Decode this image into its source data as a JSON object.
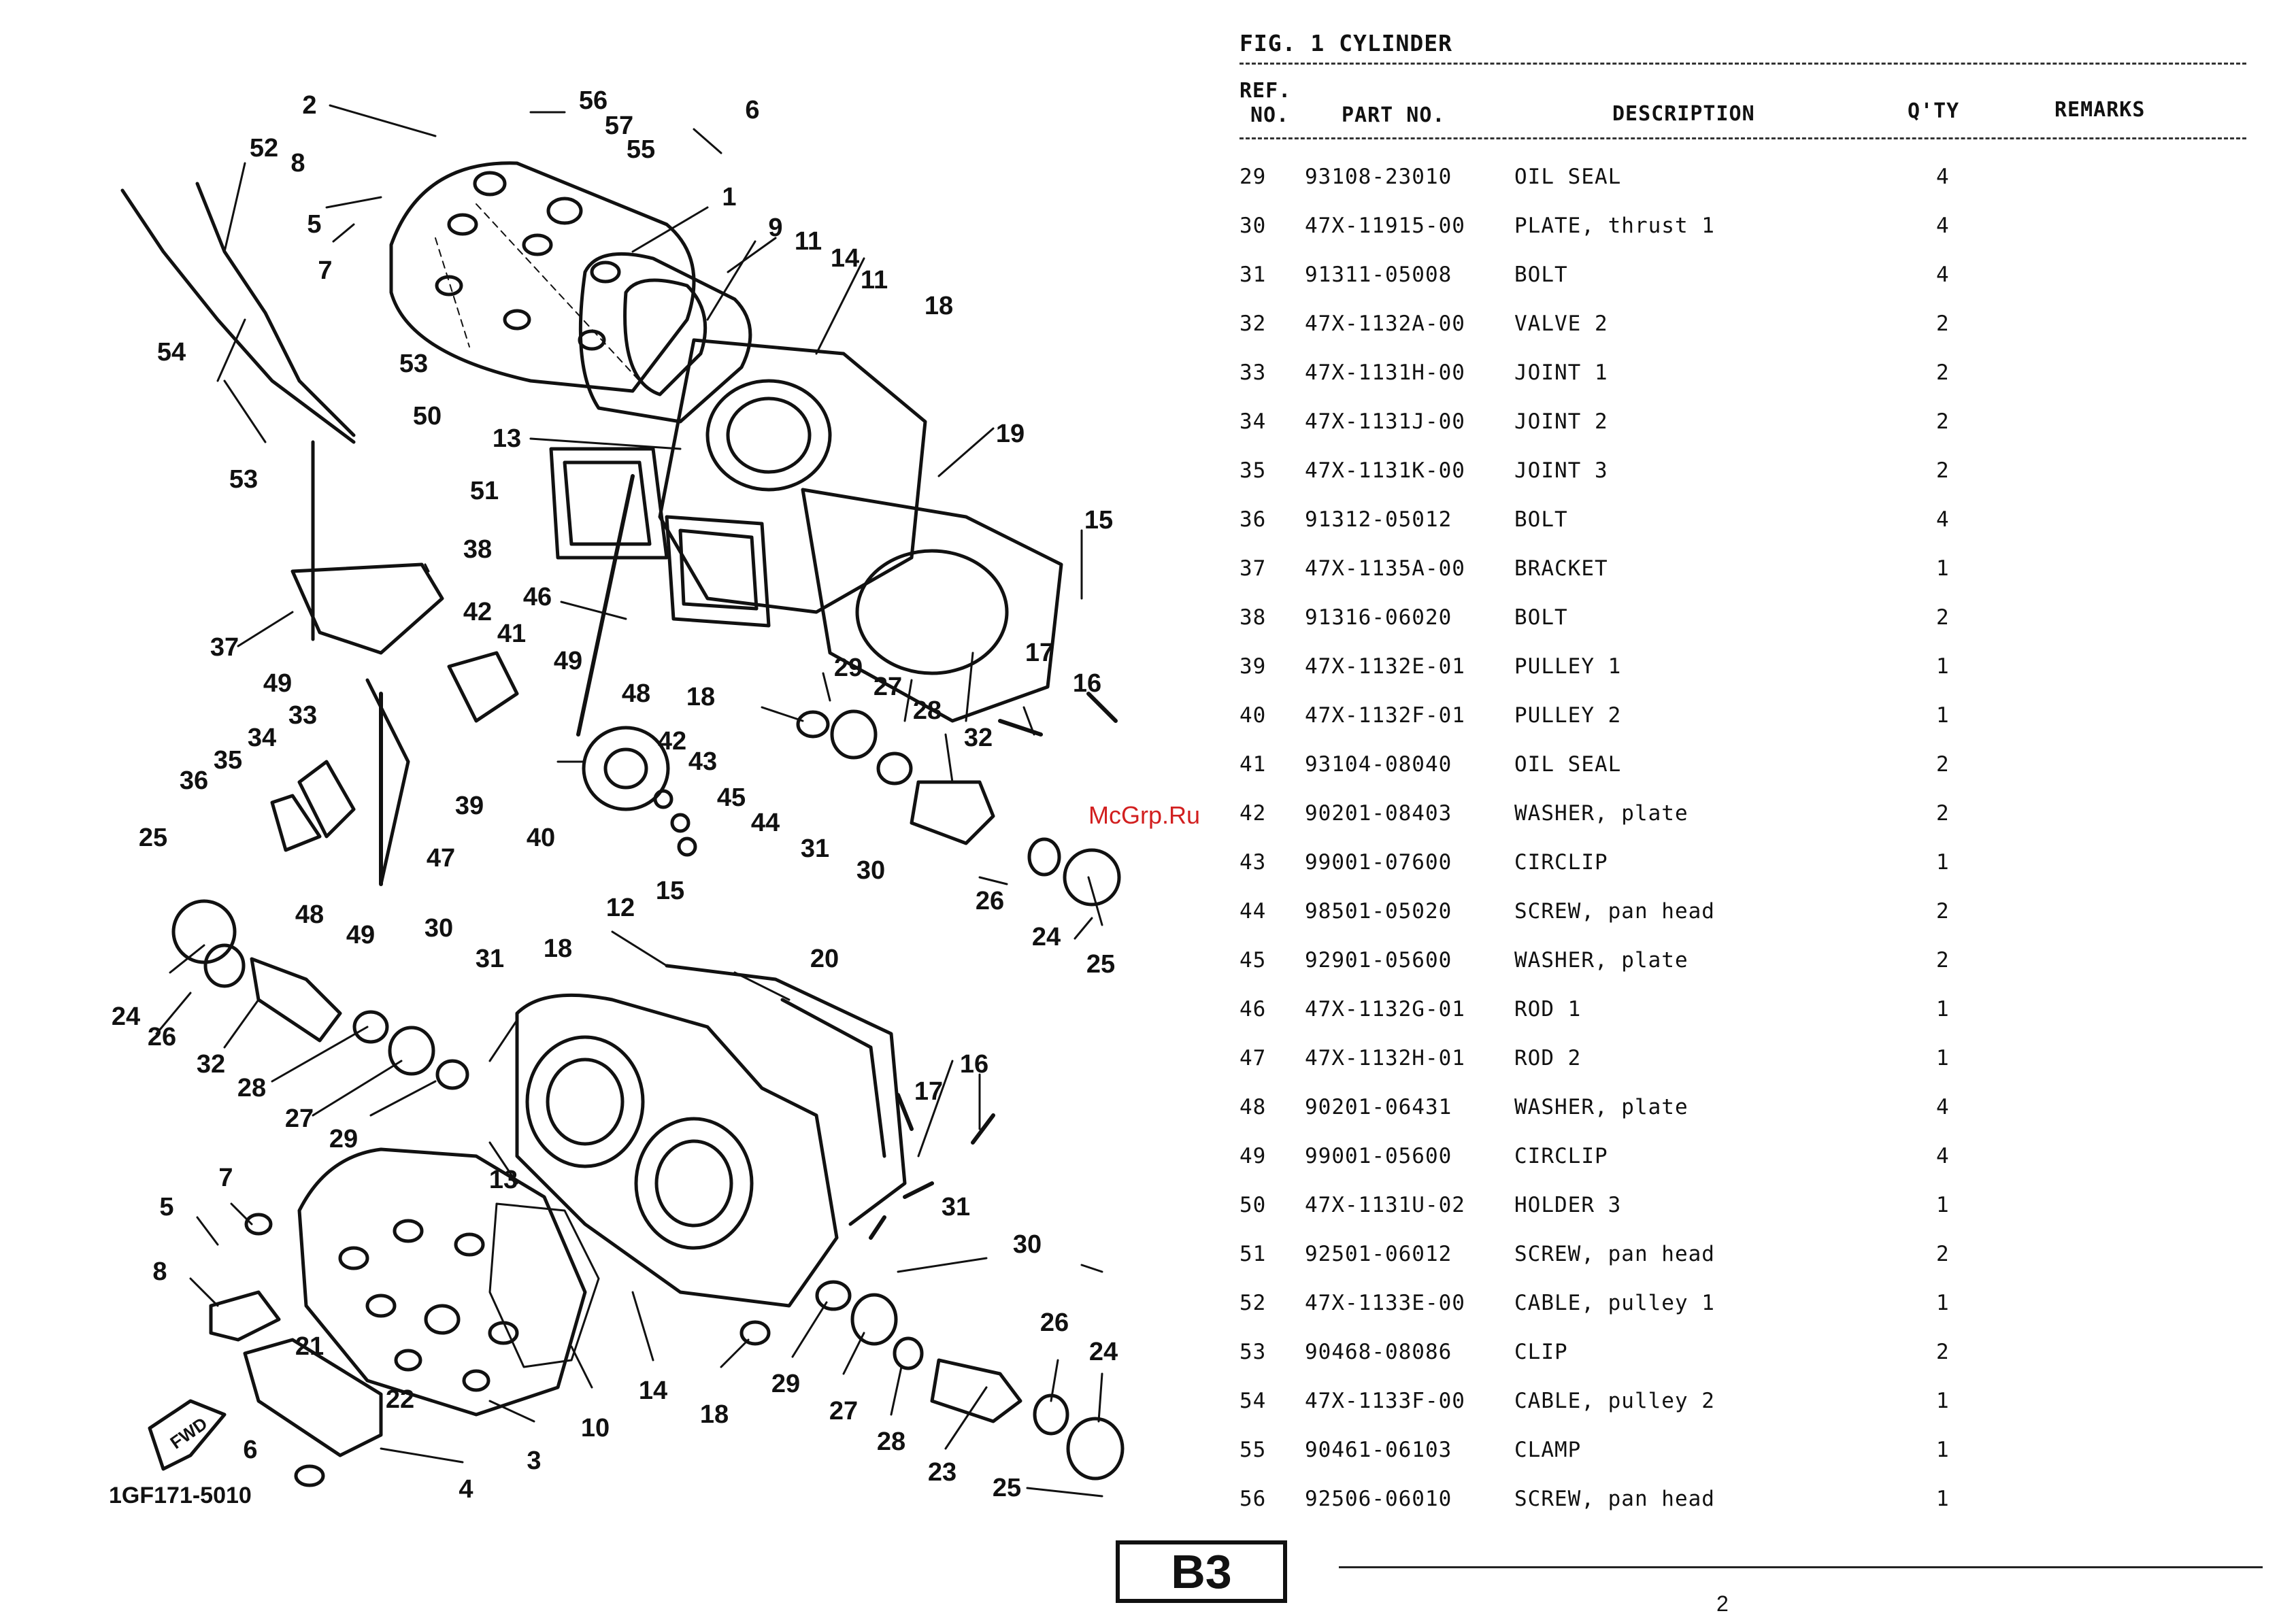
{
  "figure": {
    "title": "FIG.  1  CYLINDER",
    "code": "1GF171-5010",
    "fwd_label": "FWD"
  },
  "watermark": "McGrp.Ru",
  "table": {
    "headers": {
      "ref_line1": "REF.",
      "ref_line2": "NO.",
      "part": "PART NO.",
      "desc": "DESCRIPTION",
      "qty": "Q'TY",
      "remarks": "REMARKS"
    },
    "rows": [
      {
        "ref": "29",
        "part": "93108-23010",
        "desc": "OIL SEAL",
        "qty": "4",
        "remarks": ""
      },
      {
        "ref": "30",
        "part": "47X-11915-00",
        "desc": "PLATE, thrust 1",
        "qty": "4",
        "remarks": ""
      },
      {
        "ref": "31",
        "part": "91311-05008",
        "desc": "BOLT",
        "qty": "4",
        "remarks": ""
      },
      {
        "ref": "32",
        "part": "47X-1132A-00",
        "desc": "VALVE 2",
        "qty": "2",
        "remarks": ""
      },
      {
        "ref": "33",
        "part": "47X-1131H-00",
        "desc": "JOINT 1",
        "qty": "2",
        "remarks": ""
      },
      {
        "ref": "34",
        "part": "47X-1131J-00",
        "desc": "JOINT 2",
        "qty": "2",
        "remarks": ""
      },
      {
        "ref": "35",
        "part": "47X-1131K-00",
        "desc": "JOINT 3",
        "qty": "2",
        "remarks": ""
      },
      {
        "ref": "36",
        "part": "91312-05012",
        "desc": "BOLT",
        "qty": "4",
        "remarks": ""
      },
      {
        "ref": "37",
        "part": "47X-1135A-00",
        "desc": "BRACKET",
        "qty": "1",
        "remarks": ""
      },
      {
        "ref": "38",
        "part": "91316-06020",
        "desc": "BOLT",
        "qty": "2",
        "remarks": ""
      },
      {
        "ref": "39",
        "part": "47X-1132E-01",
        "desc": "PULLEY 1",
        "qty": "1",
        "remarks": ""
      },
      {
        "ref": "40",
        "part": "47X-1132F-01",
        "desc": "PULLEY 2",
        "qty": "1",
        "remarks": ""
      },
      {
        "ref": "41",
        "part": "93104-08040",
        "desc": "OIL SEAL",
        "qty": "2",
        "remarks": ""
      },
      {
        "ref": "42",
        "part": "90201-08403",
        "desc": "WASHER, plate",
        "qty": "2",
        "remarks": ""
      },
      {
        "ref": "43",
        "part": "99001-07600",
        "desc": "CIRCLIP",
        "qty": "1",
        "remarks": ""
      },
      {
        "ref": "44",
        "part": "98501-05020",
        "desc": "SCREW, pan head",
        "qty": "2",
        "remarks": ""
      },
      {
        "ref": "45",
        "part": "92901-05600",
        "desc": "WASHER, plate",
        "qty": "2",
        "remarks": ""
      },
      {
        "ref": "46",
        "part": "47X-1132G-01",
        "desc": "ROD 1",
        "qty": "1",
        "remarks": ""
      },
      {
        "ref": "47",
        "part": "47X-1132H-01",
        "desc": "ROD 2",
        "qty": "1",
        "remarks": ""
      },
      {
        "ref": "48",
        "part": "90201-06431",
        "desc": "WASHER, plate",
        "qty": "4",
        "remarks": ""
      },
      {
        "ref": "49",
        "part": "99001-05600",
        "desc": "CIRCLIP",
        "qty": "4",
        "remarks": ""
      },
      {
        "ref": "50",
        "part": "47X-1131U-02",
        "desc": "HOLDER 3",
        "qty": "1",
        "remarks": ""
      },
      {
        "ref": "51",
        "part": "92501-06012",
        "desc": "SCREW, pan head",
        "qty": "2",
        "remarks": ""
      },
      {
        "ref": "52",
        "part": "47X-1133E-00",
        "desc": "CABLE, pulley 1",
        "qty": "1",
        "remarks": ""
      },
      {
        "ref": "53",
        "part": "90468-08086",
        "desc": "CLIP",
        "qty": "2",
        "remarks": ""
      },
      {
        "ref": "54",
        "part": "47X-1133F-00",
        "desc": "CABLE, pulley 2",
        "qty": "1",
        "remarks": ""
      },
      {
        "ref": "55",
        "part": "90461-06103",
        "desc": "CLAMP",
        "qty": "1",
        "remarks": ""
      },
      {
        "ref": "56",
        "part": "92506-06010",
        "desc": "SCREW, pan head",
        "qty": "1",
        "remarks": ""
      }
    ]
  },
  "section_badge": "B3",
  "page_number": "2",
  "callouts": [
    "2",
    "56",
    "57",
    "55",
    "6",
    "52",
    "8",
    "1",
    "5",
    "7",
    "9",
    "11",
    "14",
    "11",
    "18",
    "54",
    "53",
    "50",
    "53",
    "51",
    "13",
    "19",
    "15",
    "38",
    "46",
    "42",
    "41",
    "37",
    "49",
    "49",
    "48",
    "33",
    "17",
    "16",
    "29",
    "27",
    "28",
    "32",
    "18",
    "34",
    "42",
    "43",
    "35",
    "36",
    "39",
    "45",
    "44",
    "40",
    "47",
    "25",
    "31",
    "30",
    "26",
    "48",
    "24",
    "25",
    "49",
    "30",
    "15",
    "31",
    "18",
    "20",
    "12",
    "24",
    "26",
    "32",
    "28",
    "27",
    "29",
    "13",
    "17",
    "16",
    "7",
    "5",
    "31",
    "30",
    "8",
    "21",
    "22",
    "14",
    "26",
    "24",
    "10",
    "3",
    "29",
    "27",
    "28",
    "18",
    "23",
    "6",
    "4",
    "25"
  ]
}
